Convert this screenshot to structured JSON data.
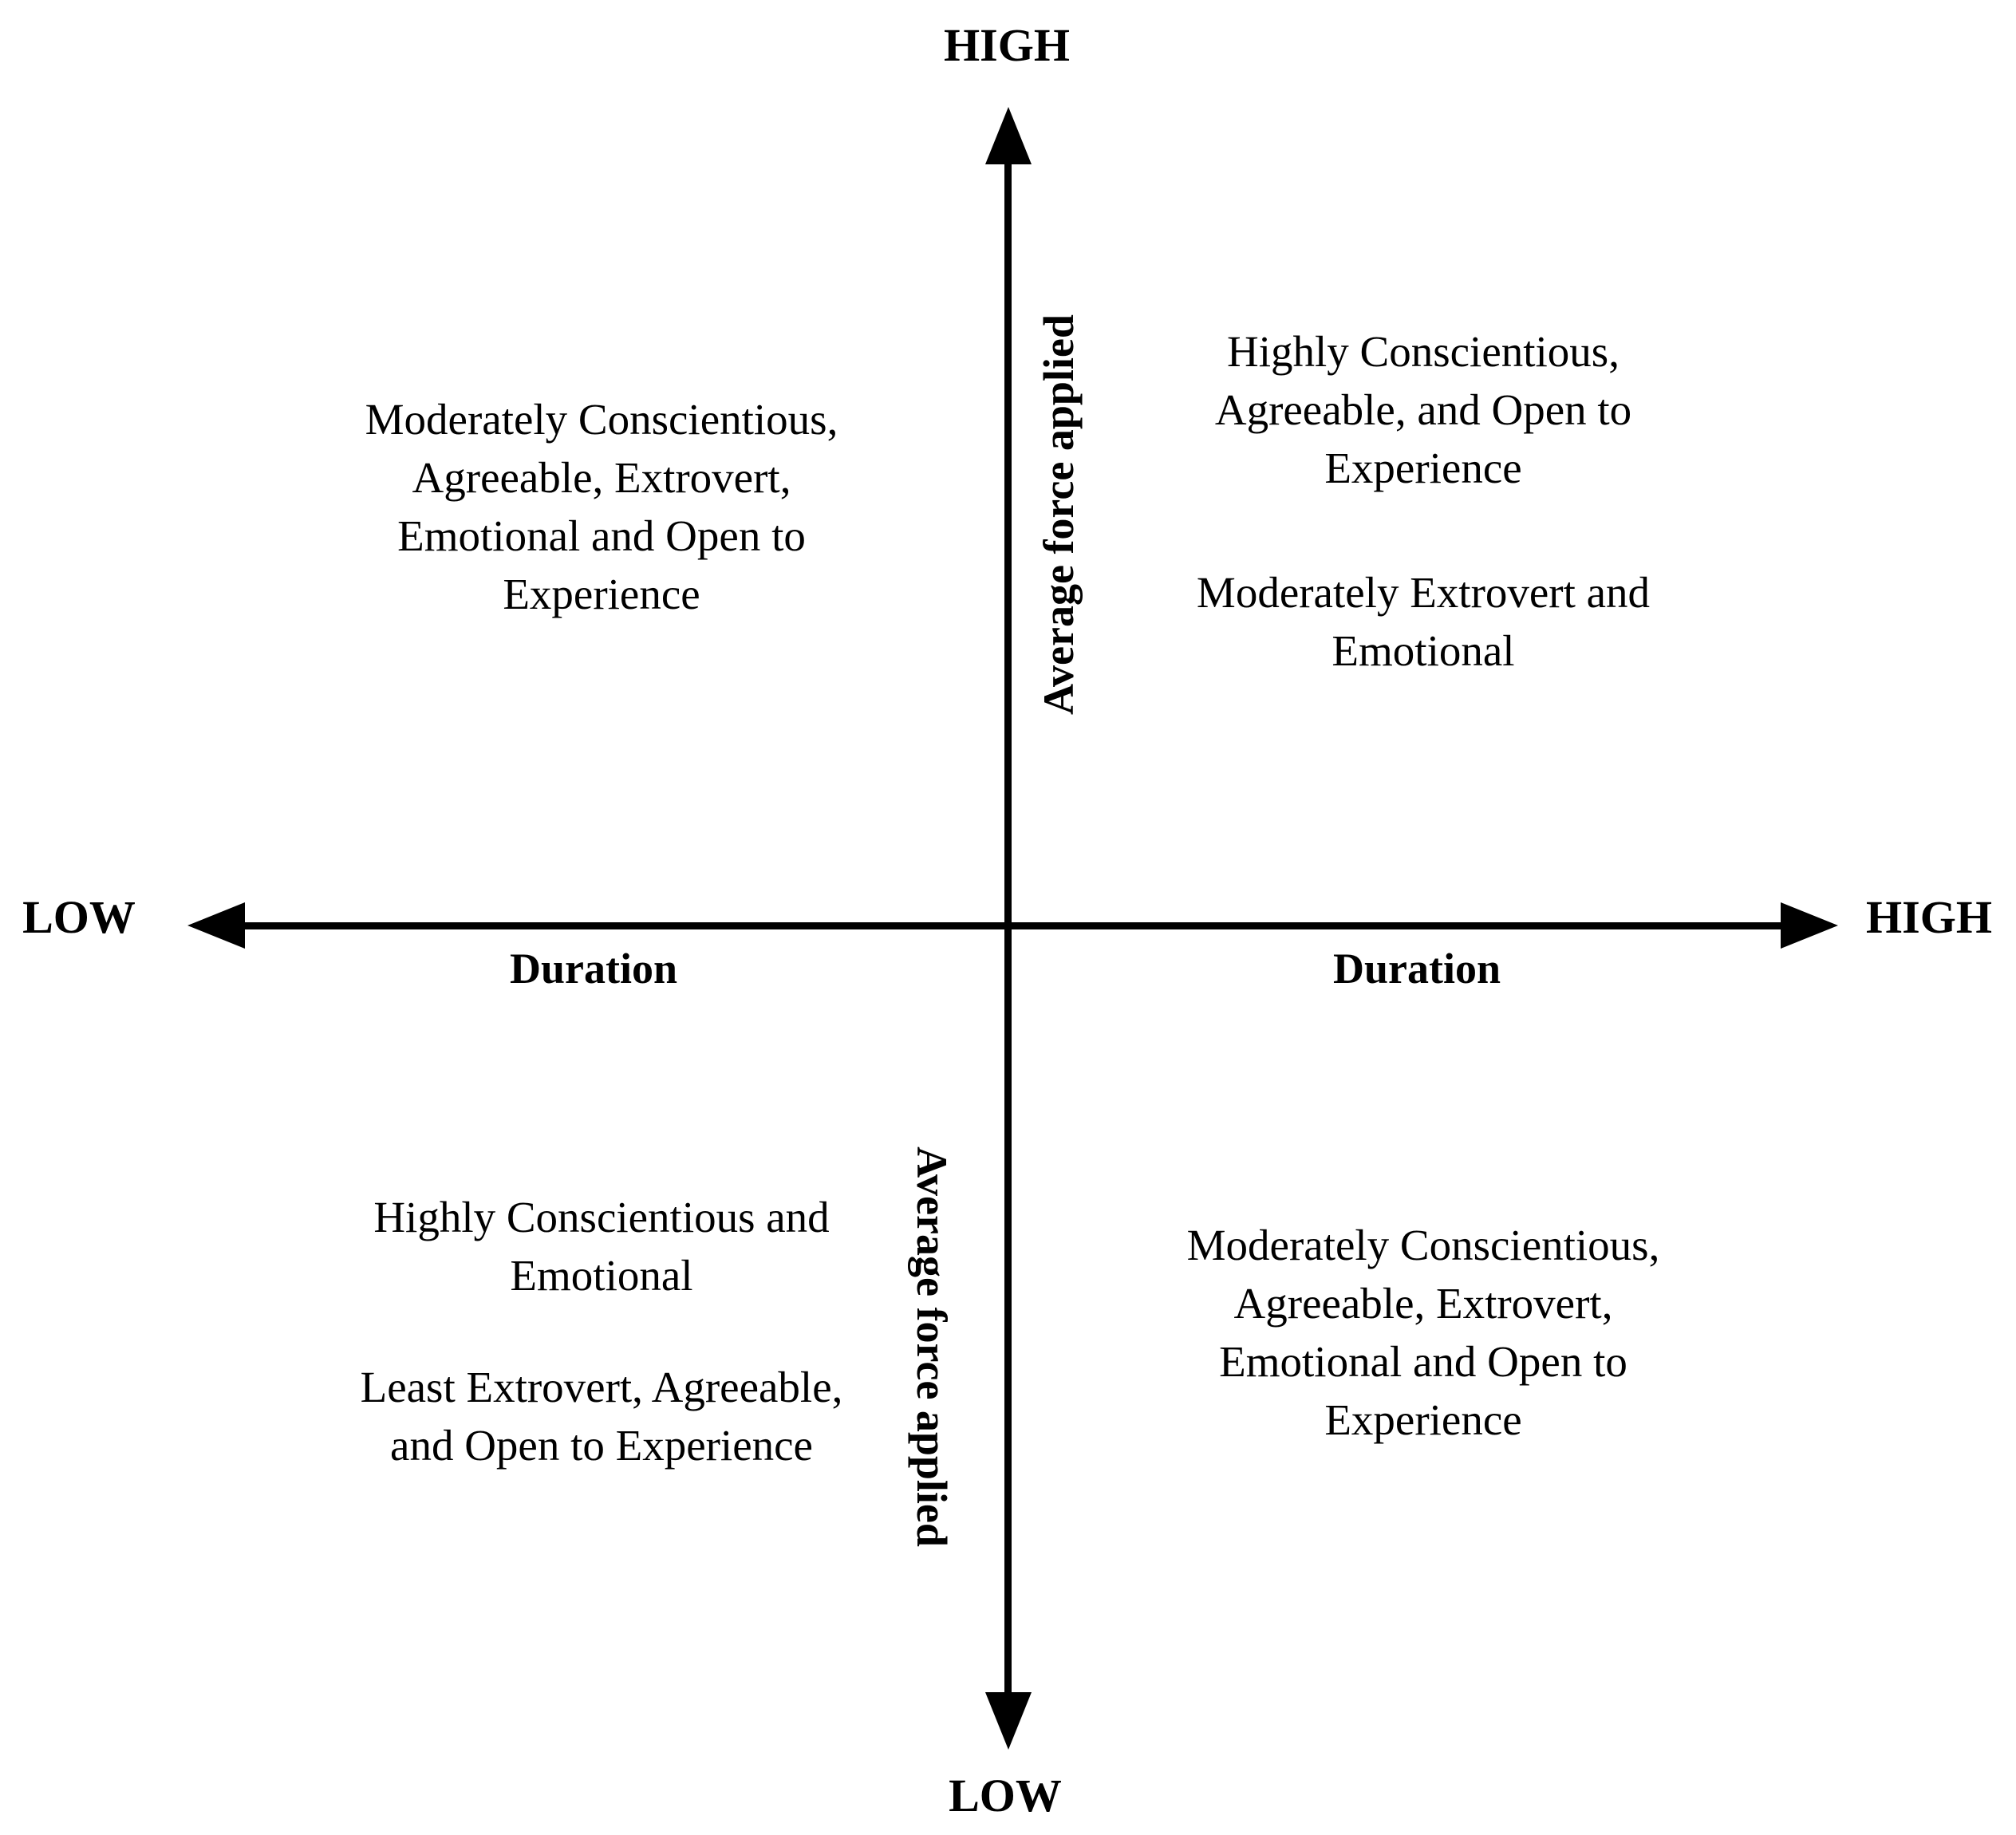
{
  "figure": {
    "background": "#ffffff",
    "ink_color": "#000000",
    "vertical_axis": {
      "high_label": "HIGH",
      "low_label": "LOW",
      "title_upper": "Average force applied",
      "title_lower": "Average force applied"
    },
    "horizontal_axis": {
      "low_label": "LOW",
      "high_label": "HIGH",
      "title_left": "Duration",
      "title_right": "Duration"
    },
    "quadrants": {
      "top_left": {
        "text": "Moderately Conscientious,\nAgreeable, Extrovert,\nEmotional and Open to\nExperience"
      },
      "top_right": {
        "paragraph_1": "Highly Conscientious,\nAgreeable, and Open to\nExperience",
        "paragraph_2": "Moderately Extrovert and\nEmotional"
      },
      "bottom_left": {
        "paragraph_1": "Highly Conscientious and\nEmotional",
        "paragraph_2": "Least Extrovert, Agreeable,\nand Open to Experience"
      },
      "bottom_right": {
        "text": "Moderately Conscientious,\nAgreeable, Extrovert,\nEmotional and Open to\nExperience"
      }
    }
  }
}
